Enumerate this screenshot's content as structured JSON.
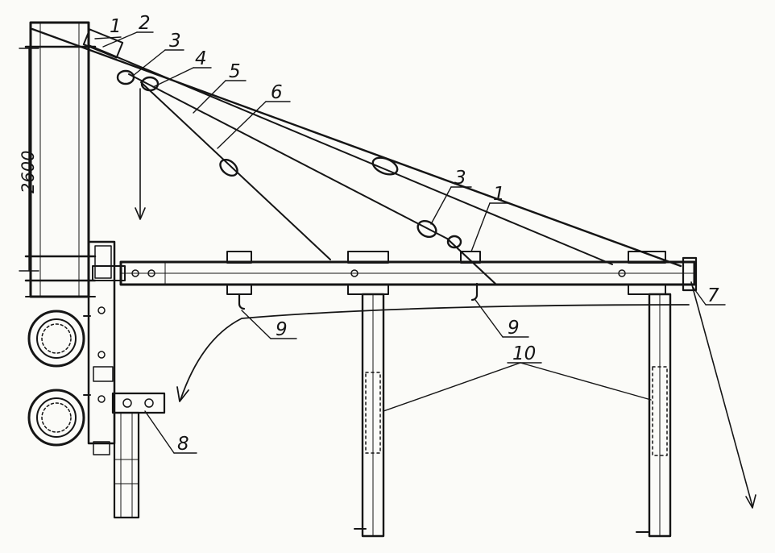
{
  "dimension_label": "2600",
  "callouts": {
    "c1_top": "1",
    "c2": "2",
    "c3_top": "3",
    "c4": "4",
    "c5": "5",
    "c6": "6",
    "c3_mid": "3",
    "c1_mid": "1",
    "c7": "7",
    "c8": "8",
    "c9_left": "9",
    "c9_right": "9",
    "c10": "10"
  }
}
